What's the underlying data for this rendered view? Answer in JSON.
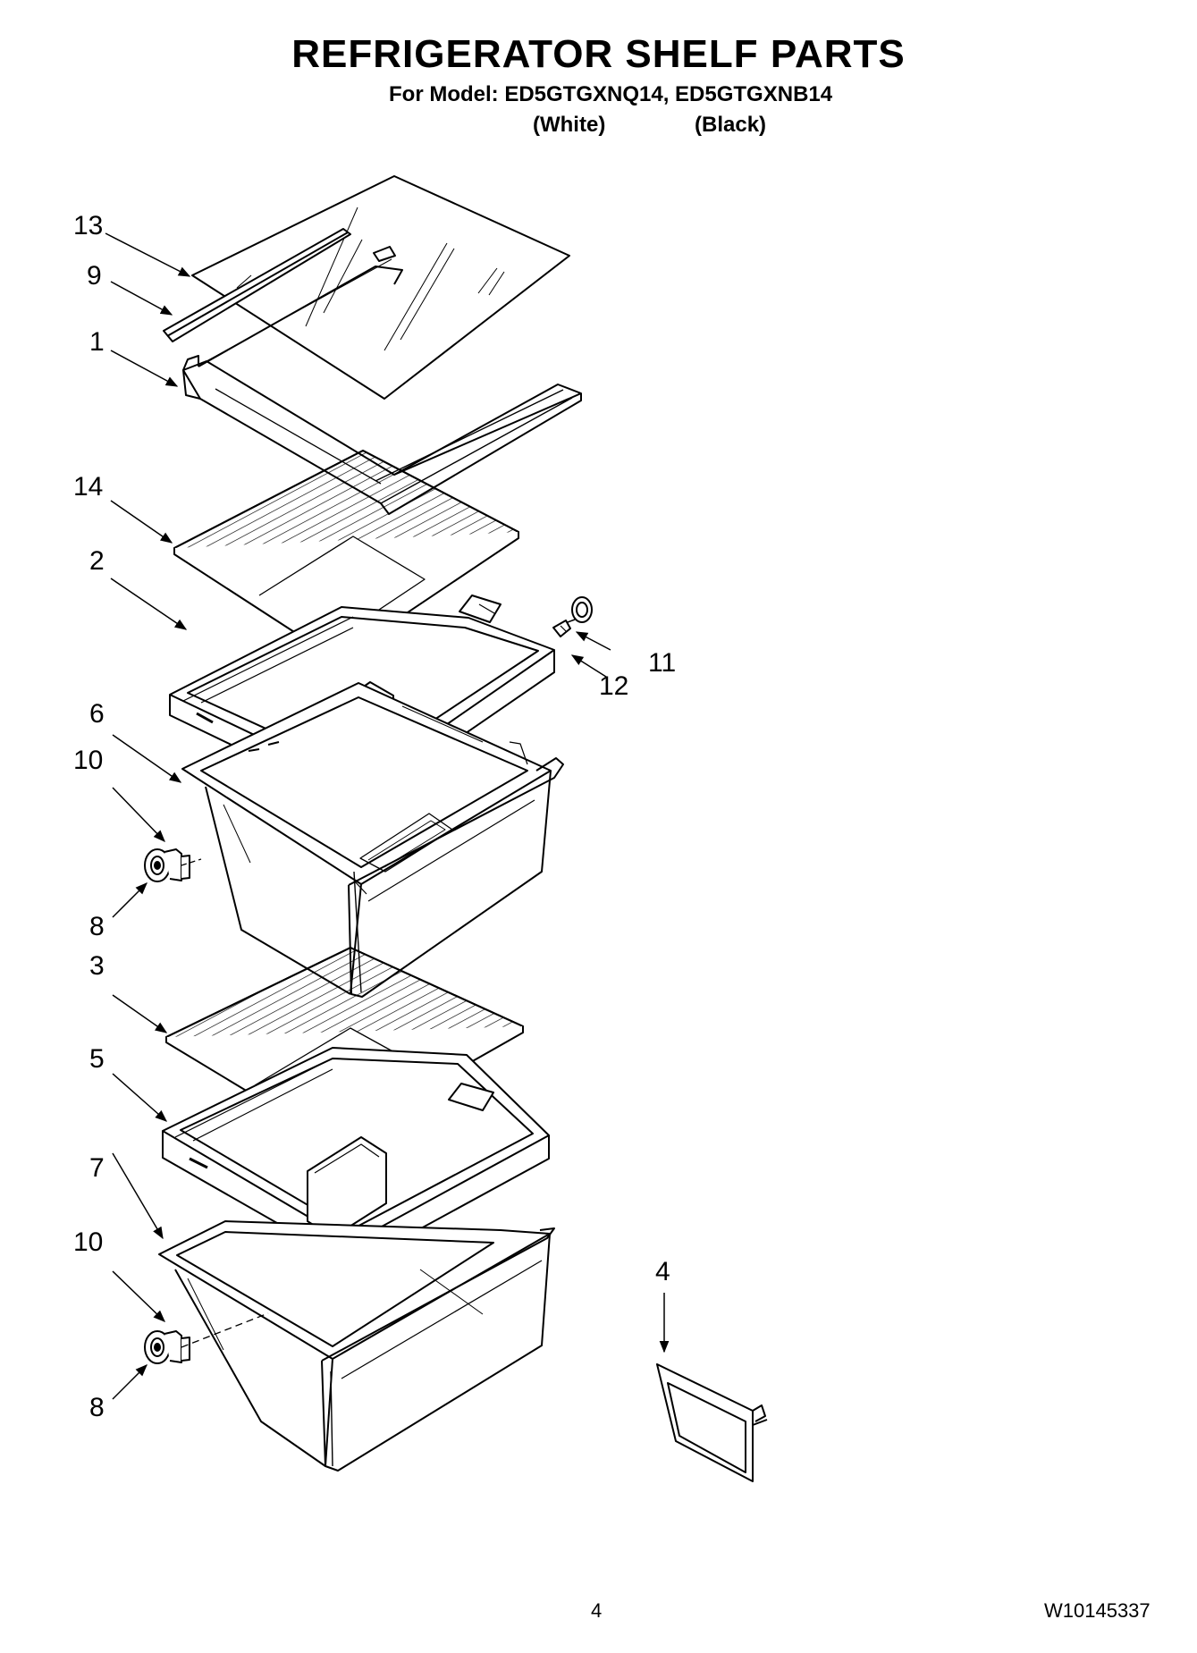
{
  "header": {
    "title": "REFRIGERATOR SHELF PARTS",
    "model_line": "For Model: ED5GTGXNQ14, ED5GTGXNB14",
    "variant_white": "(White)",
    "variant_black": "(Black)"
  },
  "callouts": {
    "c13": "13",
    "c9": "9",
    "c1": "1",
    "c14": "14",
    "c2": "2",
    "c11": "11",
    "c12": "12",
    "c6": "6",
    "c10a": "10",
    "c8a": "8",
    "c3": "3",
    "c5": "5",
    "c7": "7",
    "c10b": "10",
    "c8b": "8",
    "c4": "4"
  },
  "footer": {
    "page_number": "4",
    "document_number": "W10145337"
  },
  "colors": {
    "line": "#000000",
    "background": "#ffffff"
  }
}
